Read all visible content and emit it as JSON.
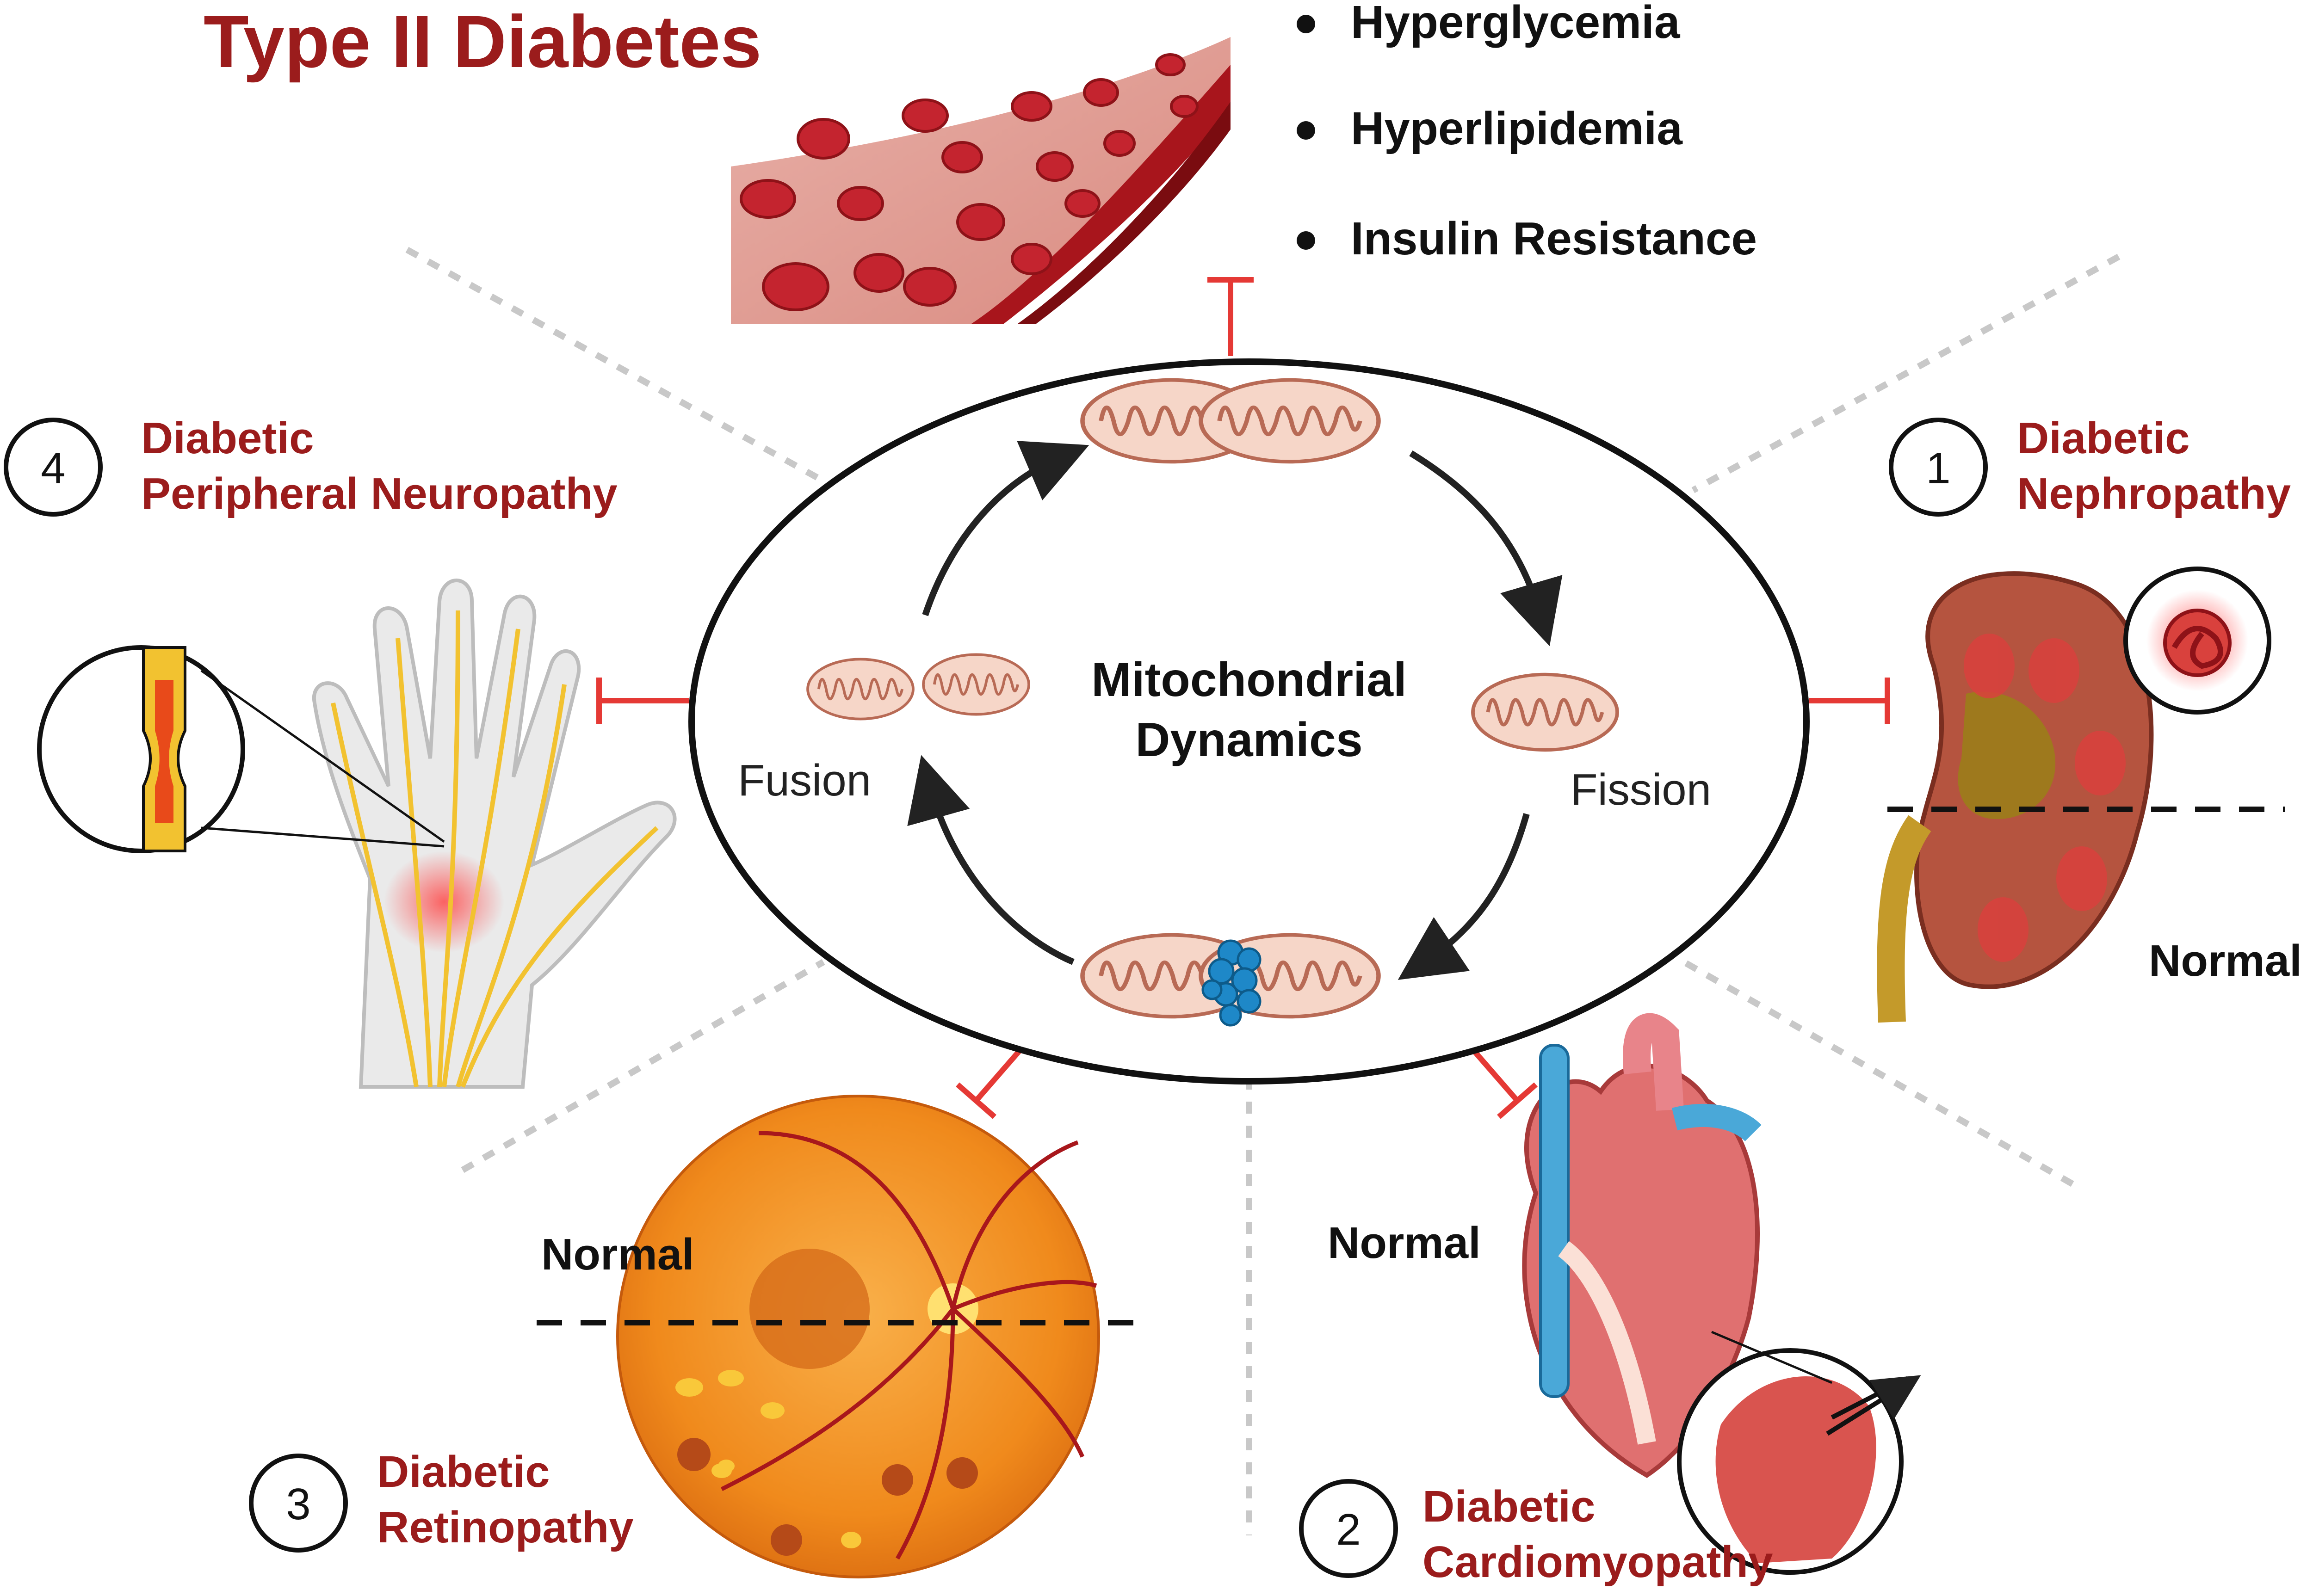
{
  "title": "Type II Diabetes",
  "risk_factors": [
    "Hyperglycemia",
    "Hyperlipidemia",
    "Insulin Resistance"
  ],
  "center": {
    "line1": "Mitochondrial",
    "line2": "Dynamics",
    "fusion_label": "Fusion",
    "fission_label": "Fission"
  },
  "complications": {
    "nephropathy": {
      "number": "1",
      "line1": "Diabetic",
      "line2": "Nephropathy",
      "normal_label": "Normal"
    },
    "cardiomyopathy": {
      "number": "2",
      "line1": "Diabetic",
      "line2": "Cardiomyopathy",
      "normal_label": "Normal"
    },
    "retinopathy": {
      "number": "3",
      "line1": "Diabetic",
      "line2": "Retinopathy",
      "normal_label": "Normal"
    },
    "neuropathy": {
      "number": "4",
      "line1": "Diabetic",
      "line2": "Peripheral Neuropathy"
    }
  },
  "colors": {
    "title_red": "#9b1c1c",
    "inhibit_red": "#e53935",
    "mito_fill": "#f6d6c8",
    "mito_stroke": "#b86a55",
    "drp1_blue": "#1e88c8",
    "blood_red": "#c4242f",
    "retina_orange": "#f08a1c",
    "kidney": "#b5543f",
    "heart": "#e07070",
    "nerve_yellow": "#f2c230"
  }
}
